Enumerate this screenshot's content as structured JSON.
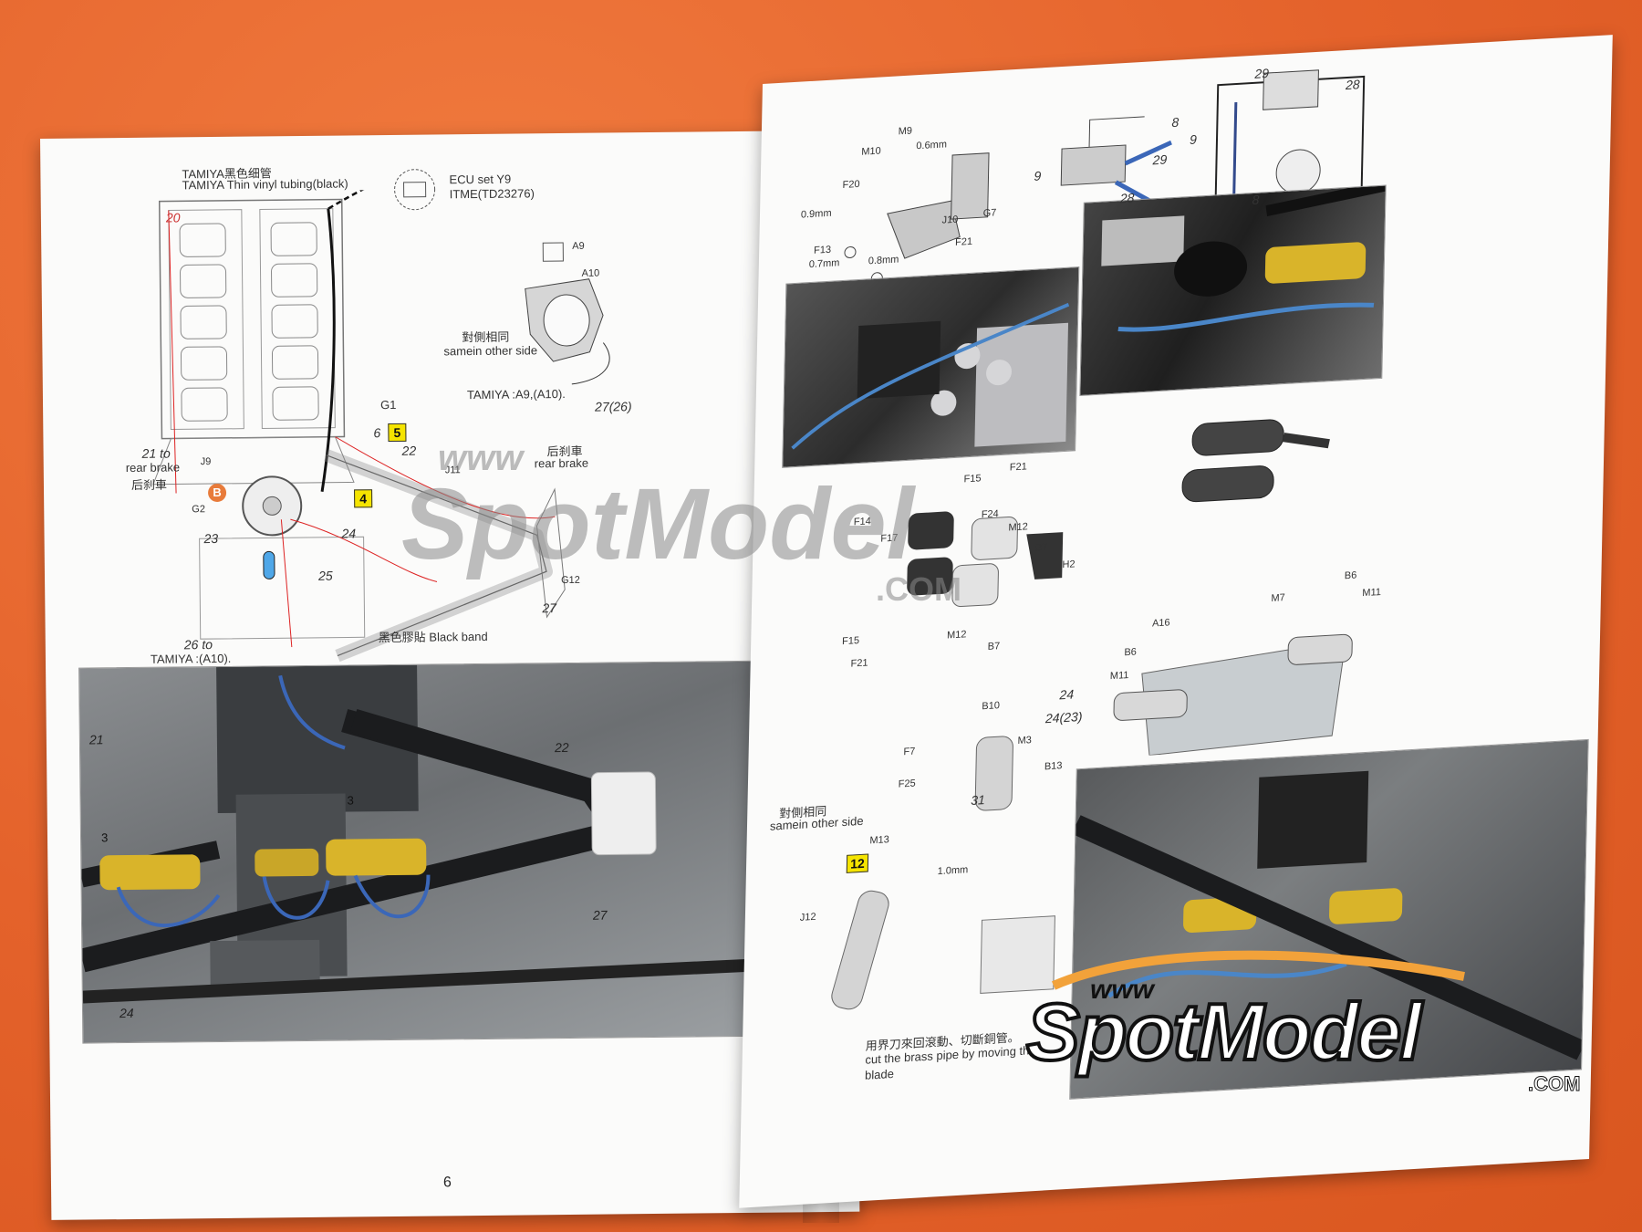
{
  "left_page": {
    "tubing_cn": "TAMIYA黑色细管",
    "tubing_en": "TAMIYA Thin vinyl tubing(black)",
    "ecu": "ECU set Y9",
    "ecu_item": "ITME(TD23276)",
    "part_a9": "A9",
    "part_a10": "A10",
    "same_cn": "對側相同",
    "same_en": "samein  other side",
    "tamiya_a9": "TAMIYA :A9,(A10).",
    "ref_27_26": "27(26)",
    "ref_20": "20",
    "ref_g1": "G1",
    "ref_6": "6",
    "step5": "5",
    "step4": "4",
    "ref_22": "22",
    "ref_21to": "21 to",
    "rear_brake_en": "rear brake",
    "rear_brake_cn": "后刹車",
    "ref_j9": "J9",
    "badge_b": "B",
    "ref_g2": "G2",
    "ref_23": "23",
    "ref_24": "24",
    "ref_25": "25",
    "ref_j11": "J11",
    "rear_brake_cn2": "后刹車",
    "rear_brake_en2": "rear brake",
    "ref_g12": "G12",
    "ref_27": "27",
    "ref_26to": "26 to",
    "tamiya_a10": "TAMIYA :(A10).",
    "black_band": "黑色膠貼 Black band",
    "photo_21": "21",
    "photo_22": "22",
    "photo_3a": "3",
    "photo_3b": "3",
    "photo_27": "27",
    "photo_24": "24",
    "page_number": "6"
  },
  "right_page": {
    "m9": "M9",
    "m10": "M10",
    "mm06": "0.6mm",
    "f20": "F20",
    "mm09": "0.9mm",
    "f13": "F13",
    "mm07": "0.7mm",
    "mm08": "0.8mm",
    "f21": "F21",
    "j10": "J10",
    "g7": "G7",
    "n9a": "9",
    "n8a": "8",
    "n29a": "29",
    "n28a": "28",
    "n29b": "29",
    "n28b": "28",
    "n9b": "9",
    "n8b": "8",
    "f15": "F15",
    "f21b": "F21",
    "f14": "F14",
    "f24": "F24",
    "f17": "F17",
    "m12a": "M12",
    "b7a": "B7",
    "h2": "H2",
    "f15b": "F15",
    "m12b": "M12",
    "f21c": "F21",
    "b7b": "B7",
    "a16": "A16",
    "m7": "M7",
    "b6a": "B6",
    "m11a": "M11",
    "b6b": "B6",
    "m11b": "M11",
    "b10": "B10",
    "n24": "24",
    "n24_23": "24(23)",
    "f7": "F7",
    "m3": "M3",
    "b13": "B13",
    "f25": "F25",
    "n31": "31",
    "same_cn": "對側相同",
    "same_en": "samein  other side",
    "m13": "M13",
    "step12": "12",
    "mm10": "1.0mm",
    "j12": "J12",
    "cut_cn": "用界刀來回滾動、切斷銅管。",
    "cut_en1": "cut the brass pipe by moving the",
    "cut_en2": "blade"
  },
  "watermark": {
    "www": "www",
    "brand": "SpotModel",
    "com": ".COM"
  },
  "logo": {
    "www": "www",
    "brand": "SpotModel",
    "com": ".COM"
  },
  "colors": {
    "background": "#e4622b",
    "paper": "#fbfbfa",
    "step_yellow": "#f5e400",
    "badge_orange": "#e87b3a",
    "anodized_gold": "#d9b42a",
    "braided_blue": "#3b67b8"
  }
}
